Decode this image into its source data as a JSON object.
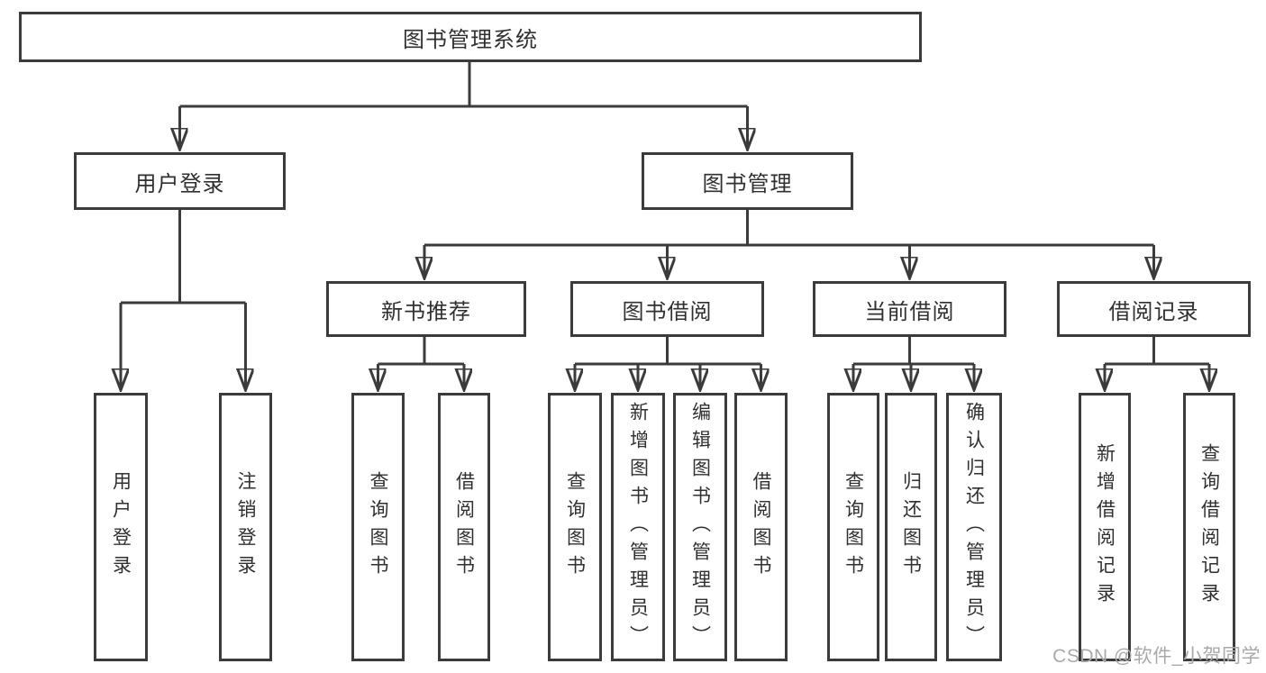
{
  "diagram": {
    "root": {
      "label": "图书管理系统",
      "children": [
        {
          "label": "用户登录",
          "children": [
            {
              "label": "用户登录"
            },
            {
              "label": "注销登录"
            }
          ]
        },
        {
          "label": "图书管理",
          "children": [
            {
              "label": "新书推荐",
              "children": [
                {
                  "label": "查询图书"
                },
                {
                  "label": "借阅图书"
                }
              ]
            },
            {
              "label": "图书借阅",
              "children": [
                {
                  "label": "查询图书"
                },
                {
                  "label": "新增图书（管理员）"
                },
                {
                  "label": "编辑图书（管理员）"
                },
                {
                  "label": "借阅图书"
                }
              ]
            },
            {
              "label": "当前借阅",
              "children": [
                {
                  "label": "查询图书"
                },
                {
                  "label": "归还图书"
                },
                {
                  "label": "确认归还（管理员）"
                }
              ]
            },
            {
              "label": "借阅记录",
              "children": [
                {
                  "label": "新增借阅记录"
                },
                {
                  "label": "查询借阅记录"
                }
              ]
            }
          ]
        }
      ]
    }
  },
  "watermark": {
    "text": "CSDN @软件_小贺同学"
  },
  "colors": {
    "line": "#3b3b3b",
    "text": "#303030",
    "watermark": "#a9a9a9",
    "background": "#ffffff"
  }
}
